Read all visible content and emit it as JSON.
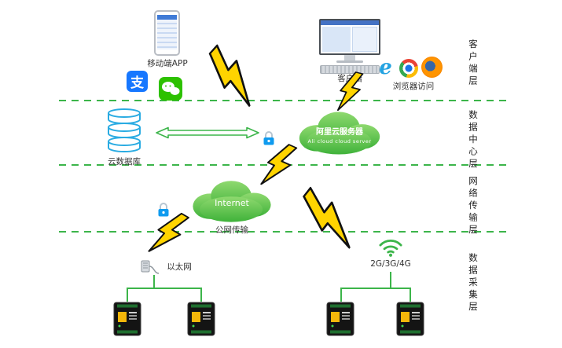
{
  "diagram": {
    "layer_labels": [
      "客户端层",
      "数据中心层",
      "网络传输层",
      "数据采集层"
    ]
  },
  "nodes": {
    "mobile_app": {
      "label": "移动端APP"
    },
    "alipay": {
      "char": "支"
    },
    "client_pc": {
      "label": "客户端"
    },
    "browser_access": {
      "label": "浏览器访问"
    },
    "cloud_database": {
      "label": "云数据库"
    },
    "ali_cloud": {
      "title": "阿里云服务器",
      "subtitle": "Ali cloud cloud server"
    },
    "internet": {
      "label": "Internet",
      "sublabel": "公网传输"
    },
    "ethernet": {
      "label": "以太网"
    },
    "cellular": {
      "label": "2G/3G/4G"
    }
  },
  "icons": {
    "ie_char": "e"
  },
  "colors": {
    "line_green": "#3cb54a",
    "cloud_green": "#4fbe3c",
    "bolt_yellow": "#ffd400",
    "database_blue": "#29abe2",
    "lock_blue": "#0f9bef",
    "alipay_blue": "#1677ff",
    "wechat_green": "#2dc100"
  }
}
